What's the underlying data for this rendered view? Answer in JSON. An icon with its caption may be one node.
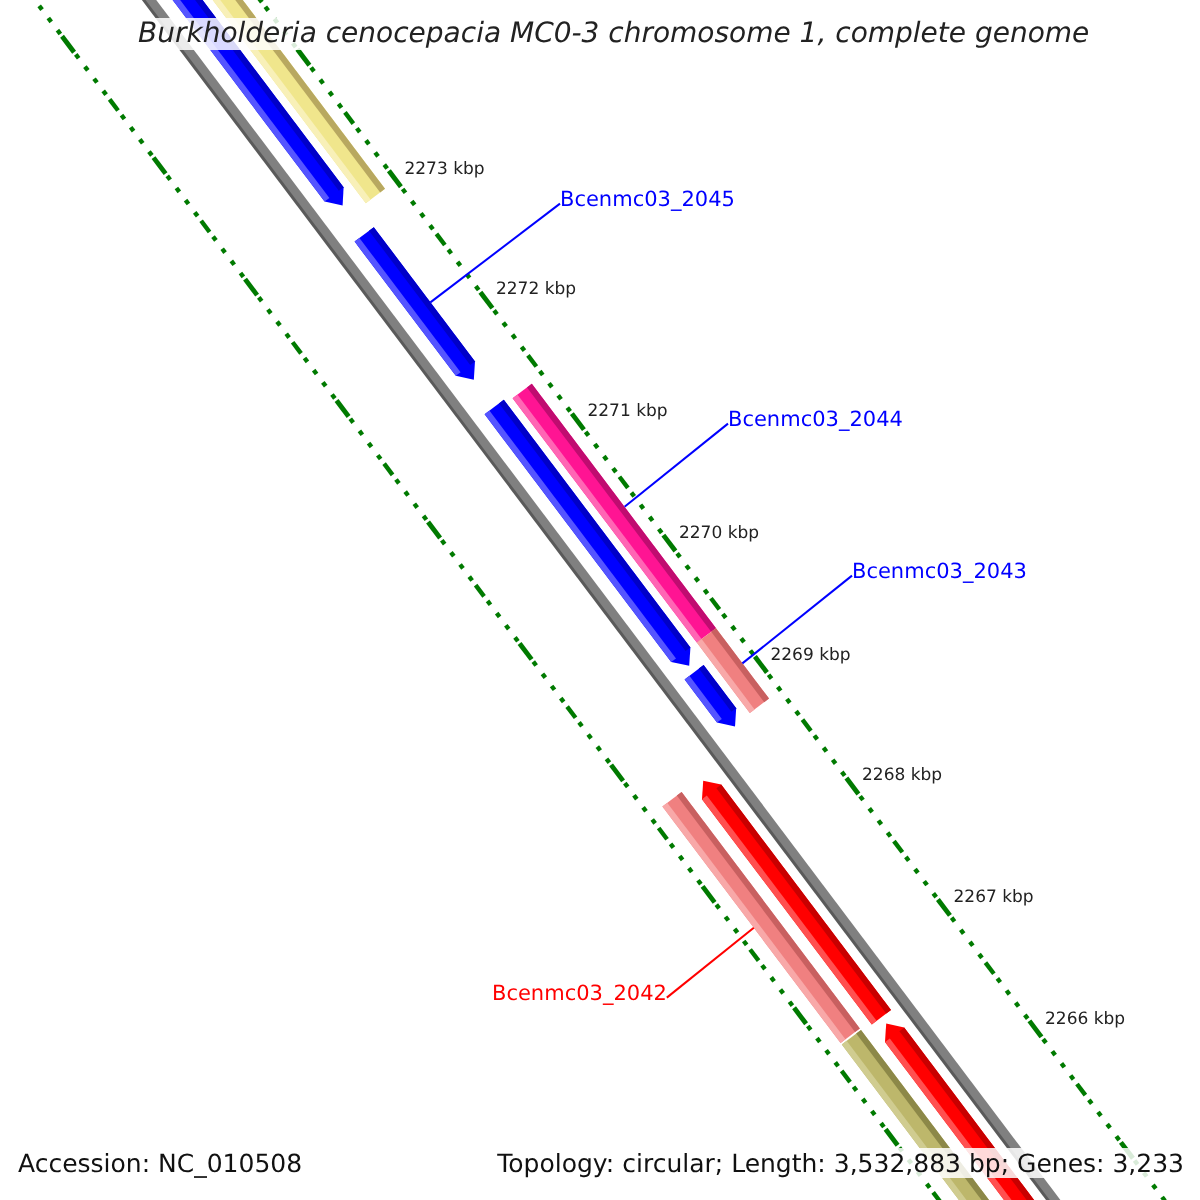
{
  "diagram": {
    "title": "Burkholderia cenocepacia MC0-3 chromosome 1, complete genome",
    "nodes": [
      {
        "text": [
          "Bcenmc03_2045"
        ]
      },
      {
        "text": [],
        "shape": "arrow"
      },
      {
        "text": [
          "Bcenmc03_2044"
        ]
      },
      {
        "text": [],
        "shape": "bar"
      },
      {
        "text": [
          "Bcenmc03_2043"
        ]
      },
      {
        "text": [],
        "shape": "bar"
      },
      {
        "text": [
          "Bcenmc03_2042"
        ]
      },
      {
        "text": [],
        "shape": "bar"
      }
    ],
    "edges": [
      {
        "from": 0,
        "to": 1,
        "arrow": "none"
      },
      {
        "from": 2,
        "to": 3,
        "arrow": "none"
      },
      {
        "from": 4,
        "to": 5,
        "arrow": "none"
      },
      {
        "from": 6,
        "to": 7,
        "arrow": "none",
        "color": "#ff0000"
      }
    ],
    "labels": [
      "2273 kbp",
      "2272 kbp",
      "2271 kbp",
      "2270 kbp",
      "2269 kbp",
      "2268 kbp",
      "2267 kbp",
      "2266 kbp",
      "Accession: NC_010508",
      "Topology: circular; Length: 3,532,883 bp; Genes: 3,233"
    ]
  }
}
